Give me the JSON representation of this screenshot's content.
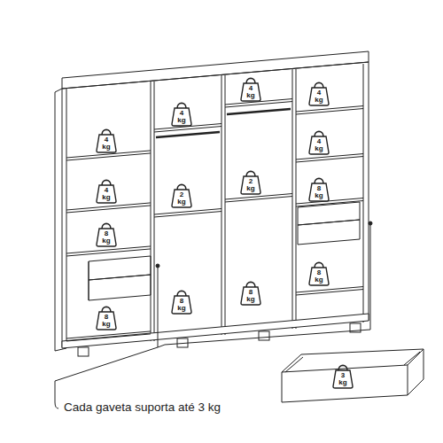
{
  "diagram": {
    "nodes": [
      {
        "text": [
          "4 kg"
        ]
      },
      {
        "text": [
          "4 kg"
        ]
      },
      {
        "text": [
          "4 kg"
        ]
      },
      {
        "text": [
          "4 kg"
        ]
      },
      {
        "text": [
          "4 kg"
        ]
      },
      {
        "text": [
          "2 kg"
        ]
      },
      {
        "text": [
          "8 kg"
        ]
      },
      {
        "text": [
          "4 kg"
        ]
      },
      {
        "text": [
          "2 kg"
        ]
      },
      {
        "text": [
          "8 kg"
        ]
      },
      {
        "text": [
          "8 kg"
        ]
      },
      {
        "text": [
          "8 kg"
        ]
      },
      {
        "text": [
          "8 kg"
        ]
      },
      {
        "text": [
          "8 kg"
        ]
      },
      {
        "text": [
          "3 kg"
        ]
      }
    ],
    "edges": [],
    "labels": [
      "Cada gaveta suporta até 3 kg"
    ]
  }
}
